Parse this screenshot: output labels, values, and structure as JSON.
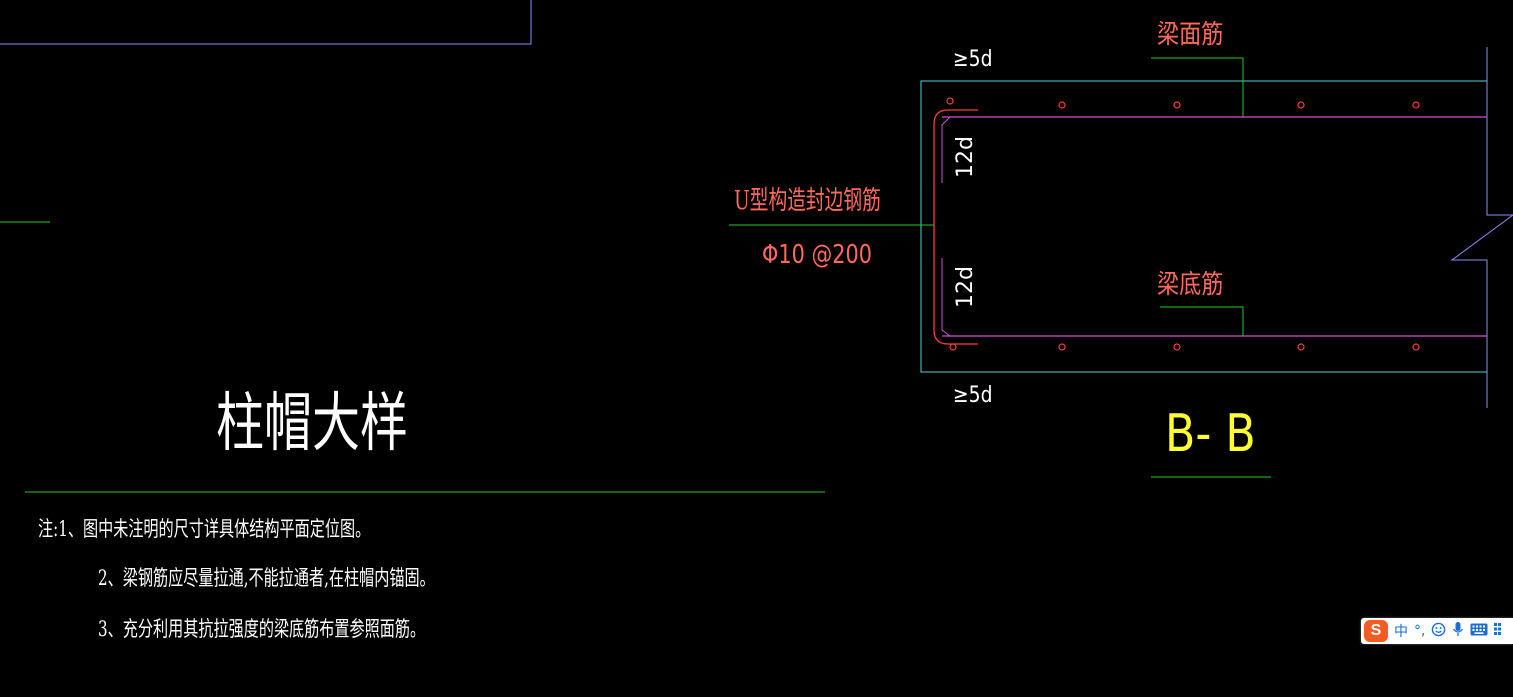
{
  "drawing": {
    "section_label": "B- B",
    "detail_title": "柱帽大样",
    "labels": {
      "top_rebar": "梁面筋",
      "bottom_rebar": "梁底筋",
      "u_rebar_name": "U型构造封边钢筋",
      "u_rebar_spec": "Φ10 @200",
      "dim_top": "≥5d",
      "dim_bottom": "≥5d",
      "dim_12d_upper": "12d",
      "dim_12d_lower": "12d"
    },
    "notes": [
      "注:1、图中未注明的尺寸详具体结构平面定位图。",
      "2、梁钢筋应尽量拉通,不能拉通者,在柱帽内锚固。",
      "3、充分利用其抗拉强度的梁底筋布置参照面筋。"
    ],
    "colors": {
      "background": "#000000",
      "outline_cyan": "#4fd3d3",
      "rebar_magenta": "#d24fd2",
      "leader_green": "#22cc22",
      "rebar_red": "#ff3b3b",
      "text_red": "#ff6a5a",
      "text_yellow": "#ffff33",
      "frame_blue": "#8c8cff"
    }
  },
  "ime_toolbar": {
    "logo": "S",
    "lang": "中",
    "punct": "°,",
    "emoji_icon": "smiley-icon",
    "voice_icon": "microphone-icon",
    "keyboard_icon": "keyboard-icon"
  }
}
